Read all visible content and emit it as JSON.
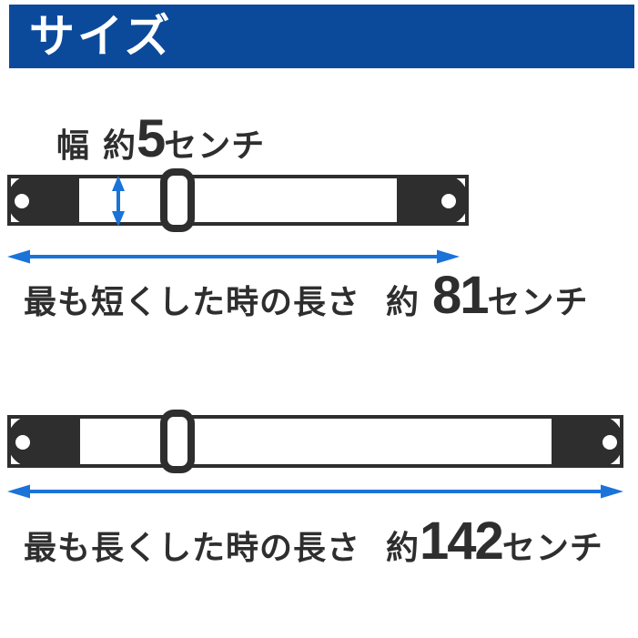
{
  "header": {
    "title": "サイズ"
  },
  "colors": {
    "banner_blue": "#0b4a9b",
    "arrow_blue": "#1a73d8",
    "strap_ink": "#2e2e2e",
    "background": "#ffffff"
  },
  "width_annotation": {
    "label": "幅",
    "approx": "約",
    "value": "5",
    "unit": "センチ"
  },
  "shortest": {
    "label": "最も短くした時の長さ",
    "approx": "約",
    "value": "81",
    "unit": "センチ"
  },
  "longest": {
    "label": "最も長くした時の長さ",
    "approx": "約",
    "value": "142",
    "unit": "センチ"
  }
}
